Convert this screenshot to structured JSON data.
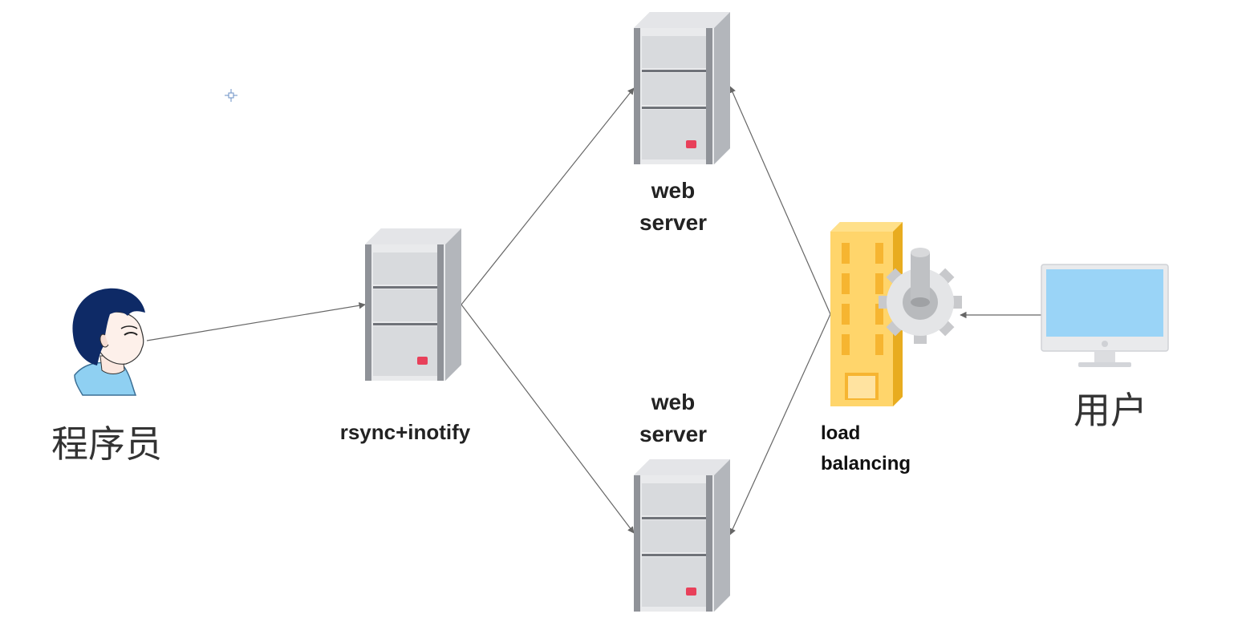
{
  "nodes": {
    "programmer": {
      "label": "程序员",
      "icon": "programmer-avatar-icon"
    },
    "rsync": {
      "label": "rsync+inotify",
      "icon": "server-icon"
    },
    "web_top": {
      "label_line1": "web",
      "label_line2": "server",
      "icon": "server-icon"
    },
    "web_bottom": {
      "label_line1": "web",
      "label_line2": "server",
      "icon": "server-icon"
    },
    "load_balancer": {
      "label_line1": "load",
      "label_line2": "balancing",
      "icon": "load-balancer-icon"
    },
    "user": {
      "label": "用户",
      "icon": "monitor-icon"
    }
  },
  "edges": [
    {
      "from": "programmer",
      "to": "rsync"
    },
    {
      "from": "rsync",
      "to": "web_top"
    },
    {
      "from": "rsync",
      "to": "web_bottom"
    },
    {
      "from": "load_balancer",
      "to": "web_top"
    },
    {
      "from": "load_balancer",
      "to": "web_bottom"
    },
    {
      "from": "user",
      "to": "load_balancer"
    }
  ],
  "colors": {
    "server_body": "#d8dadd",
    "server_side": "#b9bcc1",
    "server_led": "#e8405a",
    "building": "#ffd56b",
    "monitor_screen": "#9ad4f7",
    "arrow": "#666666"
  }
}
